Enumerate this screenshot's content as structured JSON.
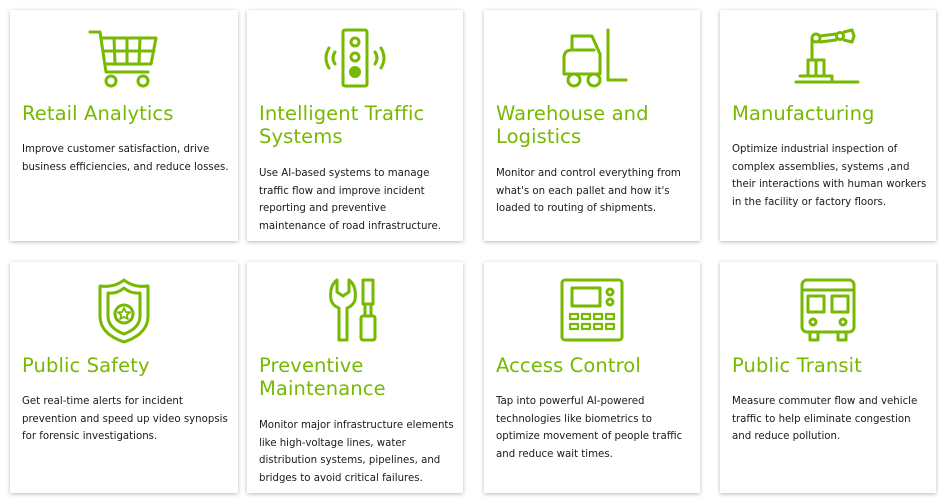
{
  "accent_color": "#76b900",
  "cards": [
    {
      "title": "Retail Analytics",
      "icon": "shopping-cart-icon",
      "description": "Improve customer satisfaction, drive business efficiencies, and reduce losses."
    },
    {
      "title": "Intelligent Traffic Systems",
      "icon": "traffic-light-icon",
      "description": "Use AI-based systems to manage traffic flow and improve incident reporting and preventive maintenance of road infrastructure."
    },
    {
      "title": "Warehouse and Logistics",
      "icon": "forklift-icon",
      "description": "Monitor and control everything from what's on each pallet and how it's loaded to routing of shipments."
    },
    {
      "title": "Manufacturing",
      "icon": "robotic-arm-icon",
      "description": "Optimize industrial inspection of complex assemblies, systems ,and their interactions with human workers in the facility or factory floors."
    },
    {
      "title": "Public Safety",
      "icon": "police-badge-icon",
      "description": "Get real-time alerts for incident prevention and speed up video synopsis for forensic investigations."
    },
    {
      "title": "Preventive Maintenance",
      "icon": "wrench-screwdriver-icon",
      "description": "Monitor major infrastructure elements like high-voltage lines, water distribution systems, pipelines, and bridges to avoid critical failures."
    },
    {
      "title": "Access Control",
      "icon": "keypad-icon",
      "description": "Tap into powerful AI-powered technologies like biometrics to optimize movement of people traffic and reduce wait times."
    },
    {
      "title": "Public Transit",
      "icon": "bus-icon",
      "description": "Measure commuter flow and vehicle traffic to help eliminate congestion and reduce pollution."
    }
  ]
}
